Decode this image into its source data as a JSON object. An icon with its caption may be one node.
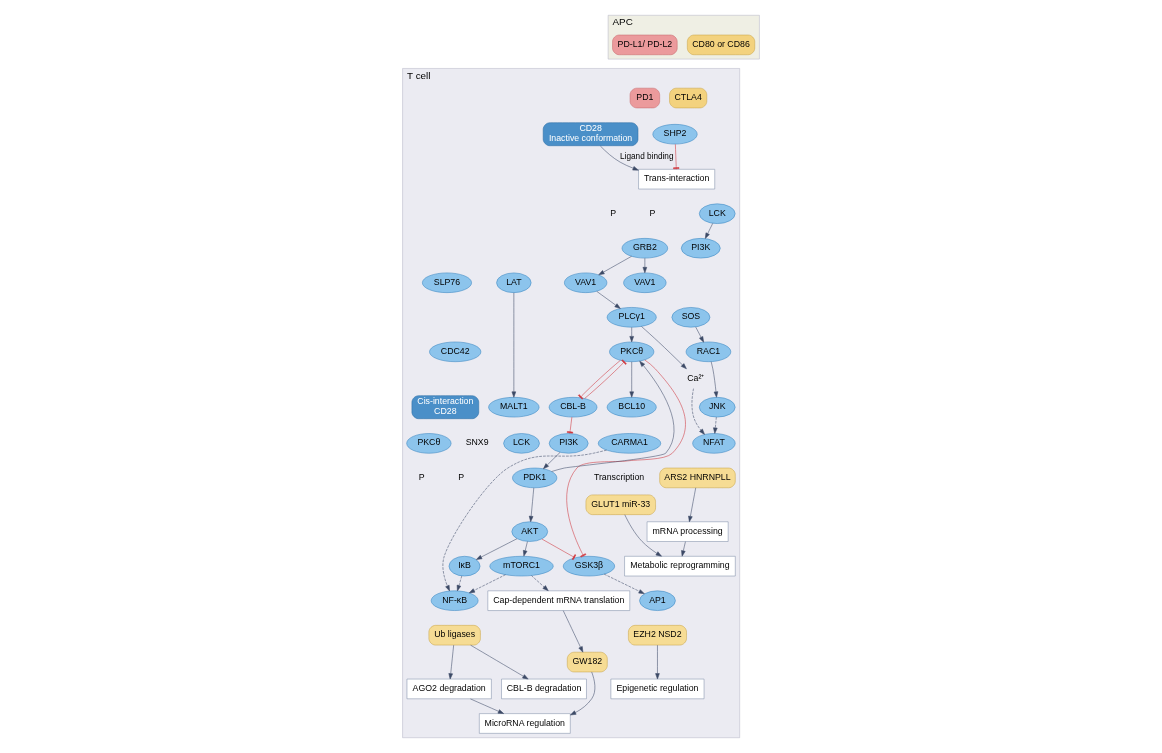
{
  "diagram": {
    "nodes": [
      {
        "text": [
          "APC"
        ]
      },
      {
        "text": [
          "T cell"
        ]
      },
      {
        "text": [
          "PD-L1/ PD-L2"
        ],
        "in": 0
      },
      {
        "text": [
          "CD80 or CD86"
        ],
        "in": 0
      },
      {
        "text": [
          "CTLA4"
        ],
        "in": 1
      },
      {
        "text": [
          "PD1"
        ],
        "in": 1
      },
      {
        "text": [
          "Trans-interaction"
        ],
        "in": 1
      },
      {
        "text": [
          "CD28",
          "Inactive conformation"
        ],
        "in": 1
      },
      {
        "text": [
          "Cis-interaction",
          "CD28"
        ],
        "in": 1
      },
      {
        "text": [
          "SNX9"
        ],
        "in": 1
      },
      {
        "text": [
          "SHP2"
        ],
        "in": 1
      },
      {
        "text": [
          "PI3K"
        ],
        "in": 1
      },
      {
        "text": [
          "GRB2"
        ],
        "in": 1
      },
      {
        "text": [
          "LCK"
        ],
        "in": 1
      },
      {
        "text": [
          "PKCθ"
        ],
        "in": 1
      },
      {
        "text": [
          "CBL-B"
        ],
        "in": 1
      },
      {
        "text": [
          "PI3K"
        ],
        "in": 1
      },
      {
        "text": [
          "LCK"
        ],
        "in": 1
      },
      {
        "text": [
          "PKCθ"
        ],
        "in": 1
      },
      {
        "text": [
          "PLCγ1"
        ],
        "in": 1
      },
      {
        "text": [
          "Ca²⁺"
        ],
        "in": 1
      },
      {
        "text": [
          "VAV1"
        ],
        "in": 1
      },
      {
        "text": [
          "LAT"
        ],
        "in": 1
      },
      {
        "text": [
          "SLP76"
        ],
        "in": 1
      },
      {
        "text": [
          "VAV1"
        ],
        "in": 1
      },
      {
        "text": [
          "SOS"
        ],
        "in": 1
      },
      {
        "text": [
          "RAC1"
        ],
        "in": 1
      },
      {
        "text": [
          "CDC42"
        ],
        "in": 1
      },
      {
        "text": [
          "JNK"
        ],
        "in": 1
      },
      {
        "text": [
          "PDK1"
        ],
        "in": 1
      },
      {
        "text": [
          "GSK3β"
        ],
        "in": 1
      },
      {
        "text": [
          "AKT"
        ],
        "in": 1
      },
      {
        "text": [
          "IκB"
        ],
        "in": 1
      },
      {
        "text": [
          "BCL10"
        ],
        "in": 1
      },
      {
        "text": [
          "MALT1"
        ],
        "in": 1
      },
      {
        "text": [
          "CARMA1"
        ],
        "in": 1
      },
      {
        "text": [
          "mTORC1"
        ],
        "in": 1
      },
      {
        "text": [
          "Cap-dependent mRNA translation"
        ],
        "in": 1
      },
      {
        "text": [
          "NF-κB"
        ],
        "in": 1
      },
      {
        "text": [
          "AP1"
        ],
        "in": 1
      },
      {
        "text": [
          "NFAT"
        ],
        "in": 1
      },
      {
        "text": [
          "GW182"
        ],
        "in": 1
      },
      {
        "text": [
          "Ub ligases"
        ],
        "in": 1
      },
      {
        "text": [
          "EZH2 NSD2"
        ],
        "in": 1
      },
      {
        "text": [
          "ARS2 HNRNPLL"
        ],
        "in": 1
      },
      {
        "text": [
          "GLUT1 miR-33"
        ],
        "in": 1
      },
      {
        "text": [
          "MicroRNA regulation"
        ],
        "in": 1
      },
      {
        "text": [
          "AGO2 degradation"
        ],
        "in": 1
      },
      {
        "text": [
          "CBL-B degradation"
        ],
        "in": 1
      },
      {
        "text": [
          "Epigenetic regulation"
        ],
        "in": 1
      },
      {
        "text": [
          "mRNA processing"
        ],
        "in": 1
      },
      {
        "text": [
          "Metabolic reprogramming"
        ],
        "in": 1
      }
    ],
    "edges": [
      {
        "from": 7,
        "to": 6,
        "arrow": "to",
        "label": "Ligand binding"
      },
      {
        "from": 10,
        "to": 6,
        "arrow": "other",
        "color": "#d0343a"
      },
      {
        "from": 15,
        "to": 16,
        "arrow": "other",
        "color": "#d0343a"
      },
      {
        "from": 15,
        "to": 14,
        "arrow": "other",
        "color": "#d0343a"
      },
      {
        "from": 14,
        "to": 15,
        "arrow": "other",
        "color": "#d0343a"
      },
      {
        "from": 13,
        "to": 11,
        "arrow": "to"
      },
      {
        "from": 16,
        "to": 29,
        "arrow": "to"
      },
      {
        "from": 29,
        "to": 14,
        "arrow": "to"
      },
      {
        "from": 29,
        "to": 31,
        "arrow": "to"
      },
      {
        "from": 14,
        "to": 30,
        "arrow": "other",
        "color": "#d0343a"
      },
      {
        "from": 31,
        "to": 30,
        "arrow": "other",
        "color": "#d0343a"
      },
      {
        "from": 31,
        "to": 32,
        "arrow": "to"
      },
      {
        "from": 31,
        "to": 36,
        "arrow": "to"
      },
      {
        "from": 19,
        "to": 14,
        "arrow": "to"
      },
      {
        "from": 19,
        "to": 20,
        "arrow": "to"
      },
      {
        "from": 21,
        "to": 19,
        "arrow": "to"
      },
      {
        "from": 12,
        "to": 21,
        "arrow": "to"
      },
      {
        "from": 12,
        "to": 24,
        "arrow": "to"
      },
      {
        "from": 14,
        "to": 33,
        "arrow": "to"
      },
      {
        "from": 22,
        "to": 34,
        "arrow": "to"
      },
      {
        "from": 25,
        "to": 26,
        "arrow": "to"
      },
      {
        "from": 26,
        "to": 28,
        "arrow": "to"
      },
      {
        "from": 30,
        "to": 39,
        "arrow": "to",
        "style": "dashed"
      },
      {
        "from": 20,
        "to": 40,
        "arrow": "to",
        "style": "dashed"
      },
      {
        "from": 28,
        "to": 40,
        "arrow": "to",
        "style": "dashed"
      },
      {
        "from": 32,
        "to": 38,
        "arrow": "to",
        "style": "dashed"
      },
      {
        "from": 35,
        "to": 38,
        "arrow": "to",
        "style": "dashed"
      },
      {
        "from": 36,
        "to": 38,
        "arrow": "to",
        "style": "dashed"
      },
      {
        "from": 36,
        "to": 37,
        "arrow": "to",
        "style": "dashed"
      },
      {
        "from": 37,
        "to": 41,
        "arrow": "to"
      },
      {
        "from": 41,
        "to": 46,
        "arrow": "to"
      },
      {
        "from": 42,
        "to": 47,
        "arrow": "to"
      },
      {
        "from": 42,
        "to": 48,
        "arrow": "to"
      },
      {
        "from": 47,
        "to": 46,
        "arrow": "to"
      },
      {
        "from": 43,
        "to": 49,
        "arrow": "to"
      },
      {
        "from": 44,
        "to": 50,
        "arrow": "to"
      },
      {
        "from": 50,
        "to": 51,
        "arrow": "to"
      },
      {
        "from": 45,
        "to": 51,
        "arrow": "to"
      }
    ],
    "labels": [
      "P",
      "P",
      "P",
      "P",
      "Transcription"
    ]
  }
}
